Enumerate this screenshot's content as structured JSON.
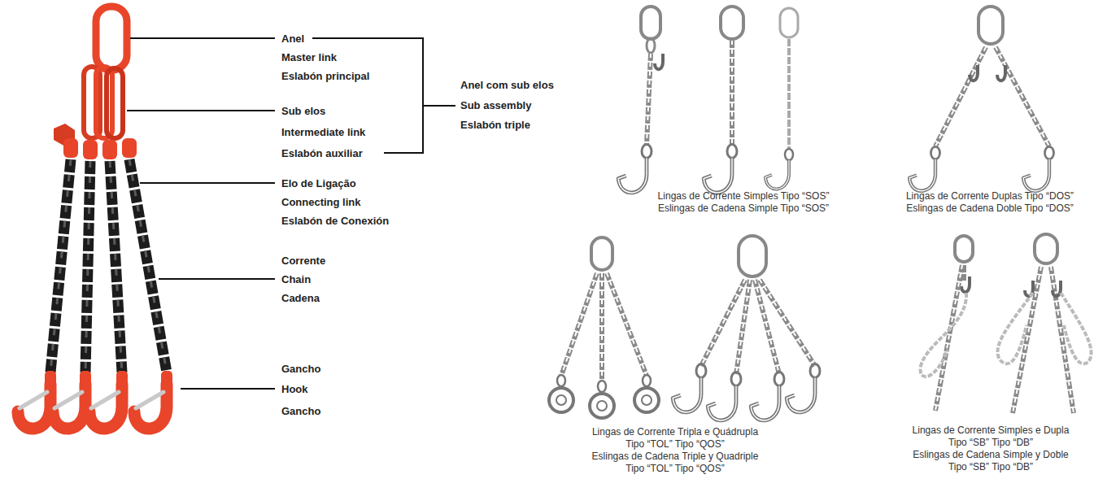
{
  "diagram": {
    "labels": [
      "Anel",
      "Master link",
      "Eslabón principal",
      "Sub elos",
      "Intermediate link",
      "Eslabón auxiliar",
      "Anel com sub elos",
      "Sub assembly",
      "Eslabón triple",
      "Elo de Ligação",
      "Connecting link",
      "Eslabón de Conexión",
      "Corrente",
      "Chain",
      "Cadena",
      "Gancho",
      "Hook",
      "Gancho",
      "Lingas de Corrente Simples Tipo “SOS”",
      "Eslingas de Cadena Simple Tipo “SOS”",
      "Lingas de Corrente Duplas Tipo “DOS”",
      "Eslingas de Cadena Doble Tipo “DOS”",
      "Lingas de Corrente Tripla e Quádrupla",
      "Tipo “TOL” Tipo “QOS”",
      "Eslingas de Cadena Triple y Quadriple",
      "Tipo “TOL” Tipo “QOS”",
      "Lingas de Corrente Simples e Dupla",
      "Tipo “SB” Tipo “DB”",
      "Eslingas de Cadena Simple y Doble",
      "Tipo “SB” Tipo “DB”"
    ]
  }
}
